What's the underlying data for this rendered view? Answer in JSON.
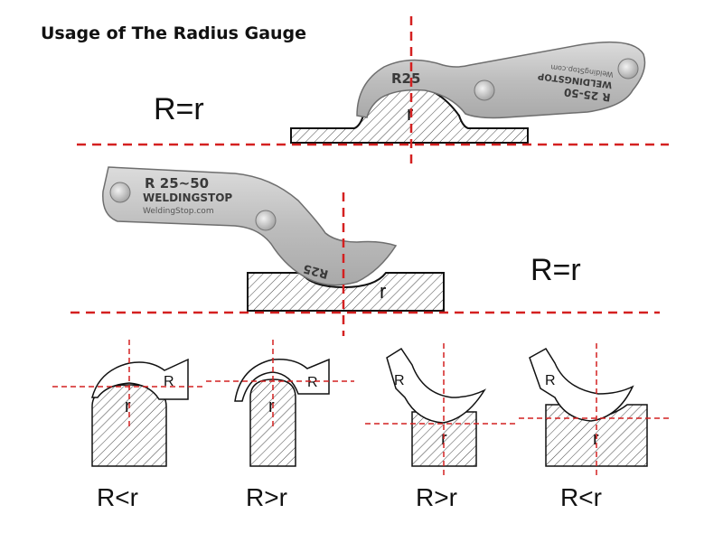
{
  "title": "Usage of The Radius Gauge",
  "top_example": {
    "equation": "R=r",
    "gauge_mark": "R25",
    "gauge_range": "R 25-50",
    "gauge_brand": "WELDINGSTOP",
    "gauge_site": "WeldingStop.com",
    "profile_label": "r"
  },
  "middle_example": {
    "equation": "R=r",
    "gauge_mark": "R25",
    "gauge_range": "R 25~50",
    "gauge_brand": "WELDINGSTOP",
    "gauge_site": "WeldingStop.com",
    "profile_label": "r"
  },
  "small_examples": [
    {
      "gauge_label": "R",
      "profile_label": "r",
      "caption": "R<r"
    },
    {
      "gauge_label": "R",
      "profile_label": "r",
      "caption": "R>r"
    },
    {
      "gauge_label": "R",
      "profile_label": "r",
      "caption": "R>r"
    },
    {
      "gauge_label": "R",
      "profile_label": "r",
      "caption": "R<r"
    }
  ],
  "colors": {
    "guide_line": "#d42020",
    "gauge_metal": "#c8c8c8",
    "outline": "#111111"
  }
}
